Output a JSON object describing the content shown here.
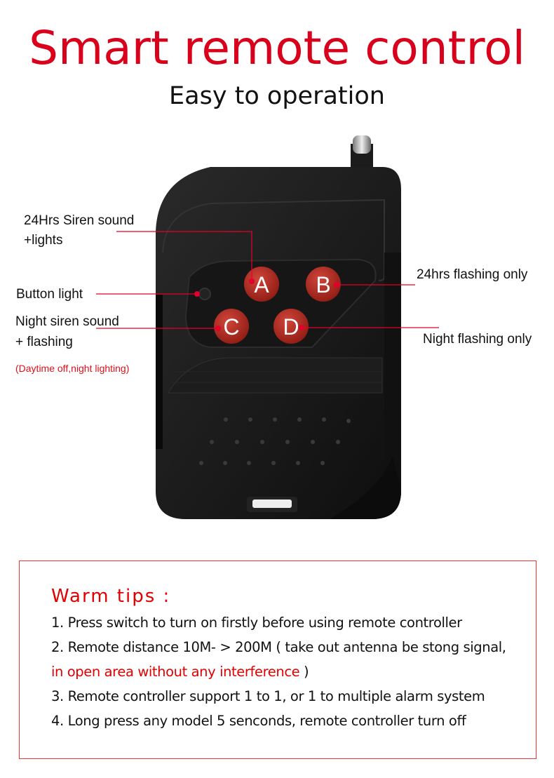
{
  "header": {
    "title": "Smart remote control",
    "subtitle": "Easy to operation"
  },
  "remote": {
    "buttons": [
      "A",
      "B",
      "C",
      "D"
    ],
    "annotations": {
      "a_line1": "24Hrs Siren sound",
      "a_line2": "+lights",
      "button_light": "Button light",
      "c_line1": "Night siren sound",
      "c_line2": "+ flashing",
      "c_note": "(Daytime off,night lighting)",
      "b": "24hrs flashing only",
      "d": "Night flashing only"
    }
  },
  "tips": {
    "title": "Warm tips :",
    "items": [
      "1. Press switch to turn on firstly before using remote controller",
      "2. Remote distance 10M- > 200M ( take out antenna be stong signal,",
      "3. Remote controller support 1 to 1, or 1 to multiple alarm system",
      "4. Long press any model 5 senconds, remote controller turn off"
    ],
    "item2_red": "in open area without any interference",
    "item2_close": " )"
  },
  "colors": {
    "accent": "#d9001b",
    "button": "#b8291f",
    "body": "#1a1a1a"
  }
}
